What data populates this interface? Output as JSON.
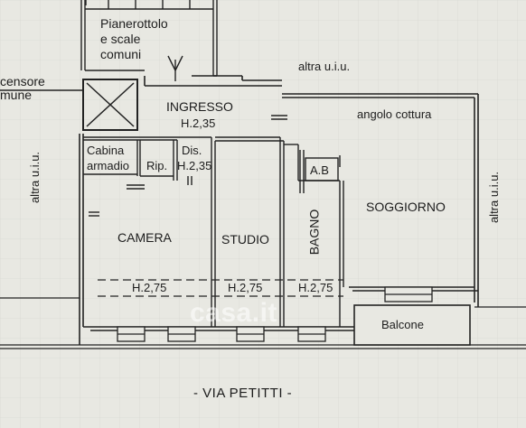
{
  "labels": {
    "landing": [
      "Pianerottolo",
      "e scale",
      "comuni"
    ],
    "elevator": [
      "censore",
      "mune"
    ],
    "other_unit_top": "altra u.i.u.",
    "other_unit_left": "altra u.i.u.",
    "other_unit_right": "altra u.i.u.",
    "entrance": "INGRESSO",
    "entrance_height": "H.2,35",
    "cooking_corner": "angolo cottura",
    "wardrobe": [
      "Cabina",
      "armadio"
    ],
    "storage": "Rip.",
    "hall": "Dis.",
    "hall_height": "H.2,35",
    "bedroom": "CAMERA",
    "bedroom_height": "H.2,75",
    "study": "STUDIO",
    "study_height": "H.2,75",
    "bathroom": "BAGNO",
    "bathroom_height": "H.2,75",
    "boiler": "A.B",
    "living_room": "SOGGIORNO",
    "balcony": "Balcone",
    "street": "- VIA PETITTI -",
    "watermark": "casa.it"
  }
}
